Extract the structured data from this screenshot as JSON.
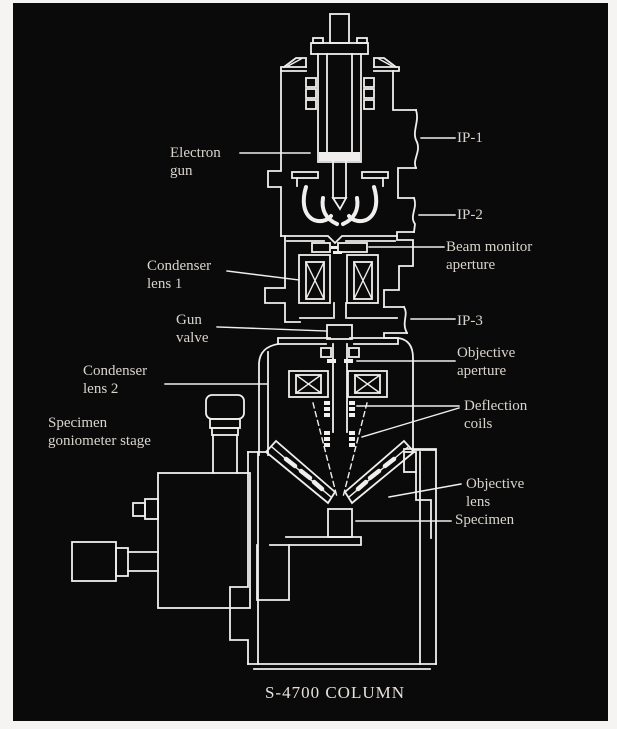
{
  "page": {
    "background_color": "#f5f4f2",
    "canvas_color": "#0a0a0a",
    "line_color": "#f0efed",
    "text_color": "#d9d4cd"
  },
  "diagram": {
    "title": "S-4700 COLUMN",
    "labels": [
      {
        "id": "electron-gun",
        "lines": [
          "Electron",
          "gun"
        ]
      },
      {
        "id": "ip-1",
        "lines": [
          "IP-1",
          ""
        ]
      },
      {
        "id": "ip-2",
        "lines": [
          "IP-2",
          ""
        ]
      },
      {
        "id": "beam-monitor-aperture",
        "lines": [
          "Beam monitor",
          "aperture"
        ]
      },
      {
        "id": "condenser-lens-1",
        "lines": [
          "Condenser",
          "lens 1"
        ]
      },
      {
        "id": "gun-valve",
        "lines": [
          "Gun",
          "valve"
        ]
      },
      {
        "id": "ip-3",
        "lines": [
          "IP-3",
          ""
        ]
      },
      {
        "id": "objective-aperture",
        "lines": [
          "Objective",
          "aperture"
        ]
      },
      {
        "id": "deflection-coils",
        "lines": [
          "Deflection",
          "coils"
        ]
      },
      {
        "id": "condenser-lens-2",
        "lines": [
          "Condenser",
          "lens 2"
        ]
      },
      {
        "id": "specimen-goniometer-stage",
        "lines": [
          "Specimen",
          "goniometer stage"
        ]
      },
      {
        "id": "objective-lens",
        "lines": [
          "Objective",
          "lens"
        ]
      },
      {
        "id": "specimen",
        "lines": [
          "Specimen",
          ""
        ]
      }
    ]
  }
}
